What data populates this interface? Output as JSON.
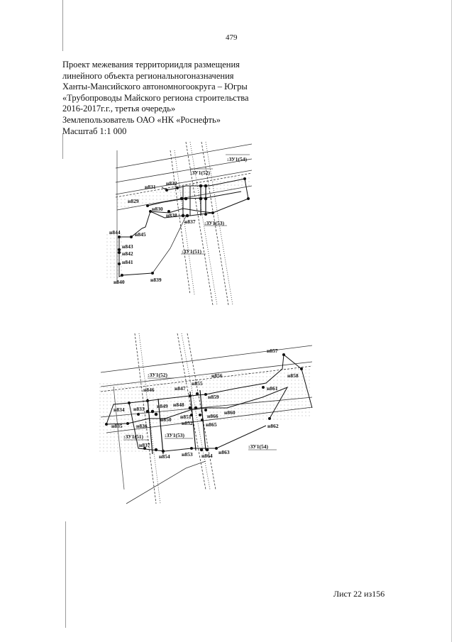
{
  "page_number": "479",
  "header": {
    "lines": [
      "Проект межевания территориидля размещения",
      "линейного объекта региональногоназначения",
      "Ханты-Мансийского автономногоокруга – Югры",
      "«Трубопроводы Майского региона строительства",
      "2016-2017г.г., третья очередь»",
      "Землепользователь ОАО «НК «Роснефть»",
      "Масштаб 1:1 000"
    ]
  },
  "map1": {
    "zu_labels": [
      ":ЗУ1(54)",
      ":ЗУ1(52)",
      ":ЗУ1(53)",
      ":ЗУ1(51)"
    ],
    "points": [
      "н831",
      "н832",
      "н829",
      "н830",
      "н838",
      "н837",
      "н844",
      "н845",
      "н843",
      "н842",
      "н841",
      "н840",
      "н839"
    ]
  },
  "map2": {
    "zu_labels": [
      ":ЗУ1(52)",
      ":ЗУ1(51)",
      ":ЗУ1(53)",
      ":ЗУ1(54)"
    ],
    "points": [
      "н857",
      "н858",
      "н856",
      "н855",
      "н847",
      "н846",
      "н861",
      "н859",
      "н848",
      "н849",
      "н834",
      "н833",
      "н866",
      "н860",
      "н851",
      "н850",
      "н835",
      "н836",
      "н852",
      "н865",
      "н862",
      "н837",
      "н854",
      "н853",
      "н864",
      "н863"
    ]
  },
  "sheet_label": "Лист 22 из156"
}
